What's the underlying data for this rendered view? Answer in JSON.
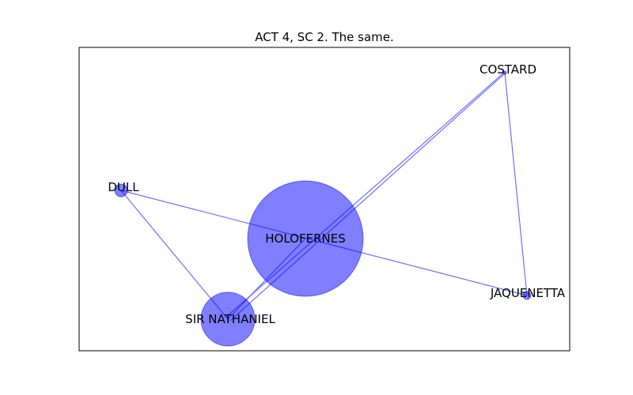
{
  "title": "ACT 4, SC 2. The same.",
  "colors": {
    "node": "#0000ff",
    "edge": "#5555ff",
    "frame": "#000000"
  },
  "nodes": [
    {
      "id": "HOLOFERNES",
      "label": "HOLOFERNES"
    },
    {
      "id": "SIR NATHANIEL",
      "label": "SIR NATHANIEL"
    },
    {
      "id": "DULL",
      "label": "DULL"
    },
    {
      "id": "COSTARD",
      "label": "COSTARD"
    },
    {
      "id": "JAQUENETTA",
      "label": "JAQUENETTA"
    }
  ],
  "edges": [
    {
      "source": "DULL",
      "target": "SIR NATHANIEL"
    },
    {
      "source": "DULL",
      "target": "JAQUENETTA"
    },
    {
      "source": "HOLOFERNES",
      "target": "SIR NATHANIEL"
    },
    {
      "source": "SIR NATHANIEL",
      "target": "COSTARD"
    },
    {
      "source": "COSTARD",
      "target": "JAQUENETTA"
    }
  ]
}
